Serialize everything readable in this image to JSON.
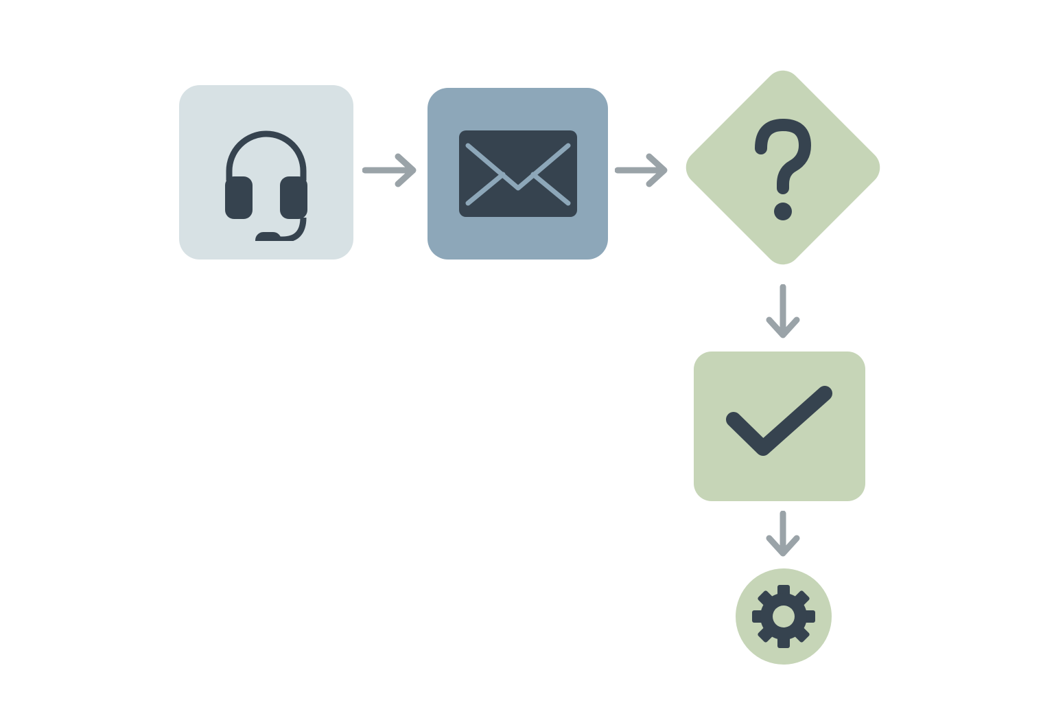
{
  "colors": {
    "background": "#ffffff",
    "icon": "#36434f",
    "arrow": "#9aa3a8",
    "support_fill": "#d7e1e4",
    "message_fill": "#8da7b9",
    "message_flap": "#8da7b9",
    "decision_fill": "#c6d5b7",
    "approved_fill": "#c6d5b7",
    "settings_fill": "#c6d5b7"
  },
  "nodes": [
    {
      "id": "support",
      "shape": "rounded-square",
      "icon": "headset-icon"
    },
    {
      "id": "message",
      "shape": "rounded-square",
      "icon": "envelope-icon"
    },
    {
      "id": "decision",
      "shape": "diamond",
      "icon": "question-mark-icon"
    },
    {
      "id": "approved",
      "shape": "rounded-rectangle",
      "icon": "checkmark-icon"
    },
    {
      "id": "settings",
      "shape": "circle",
      "icon": "gear-icon"
    }
  ],
  "edges": [
    {
      "from": "support",
      "to": "message",
      "direction": "right"
    },
    {
      "from": "message",
      "to": "decision",
      "direction": "right"
    },
    {
      "from": "decision",
      "to": "approved",
      "direction": "down"
    },
    {
      "from": "approved",
      "to": "settings",
      "direction": "down"
    }
  ]
}
